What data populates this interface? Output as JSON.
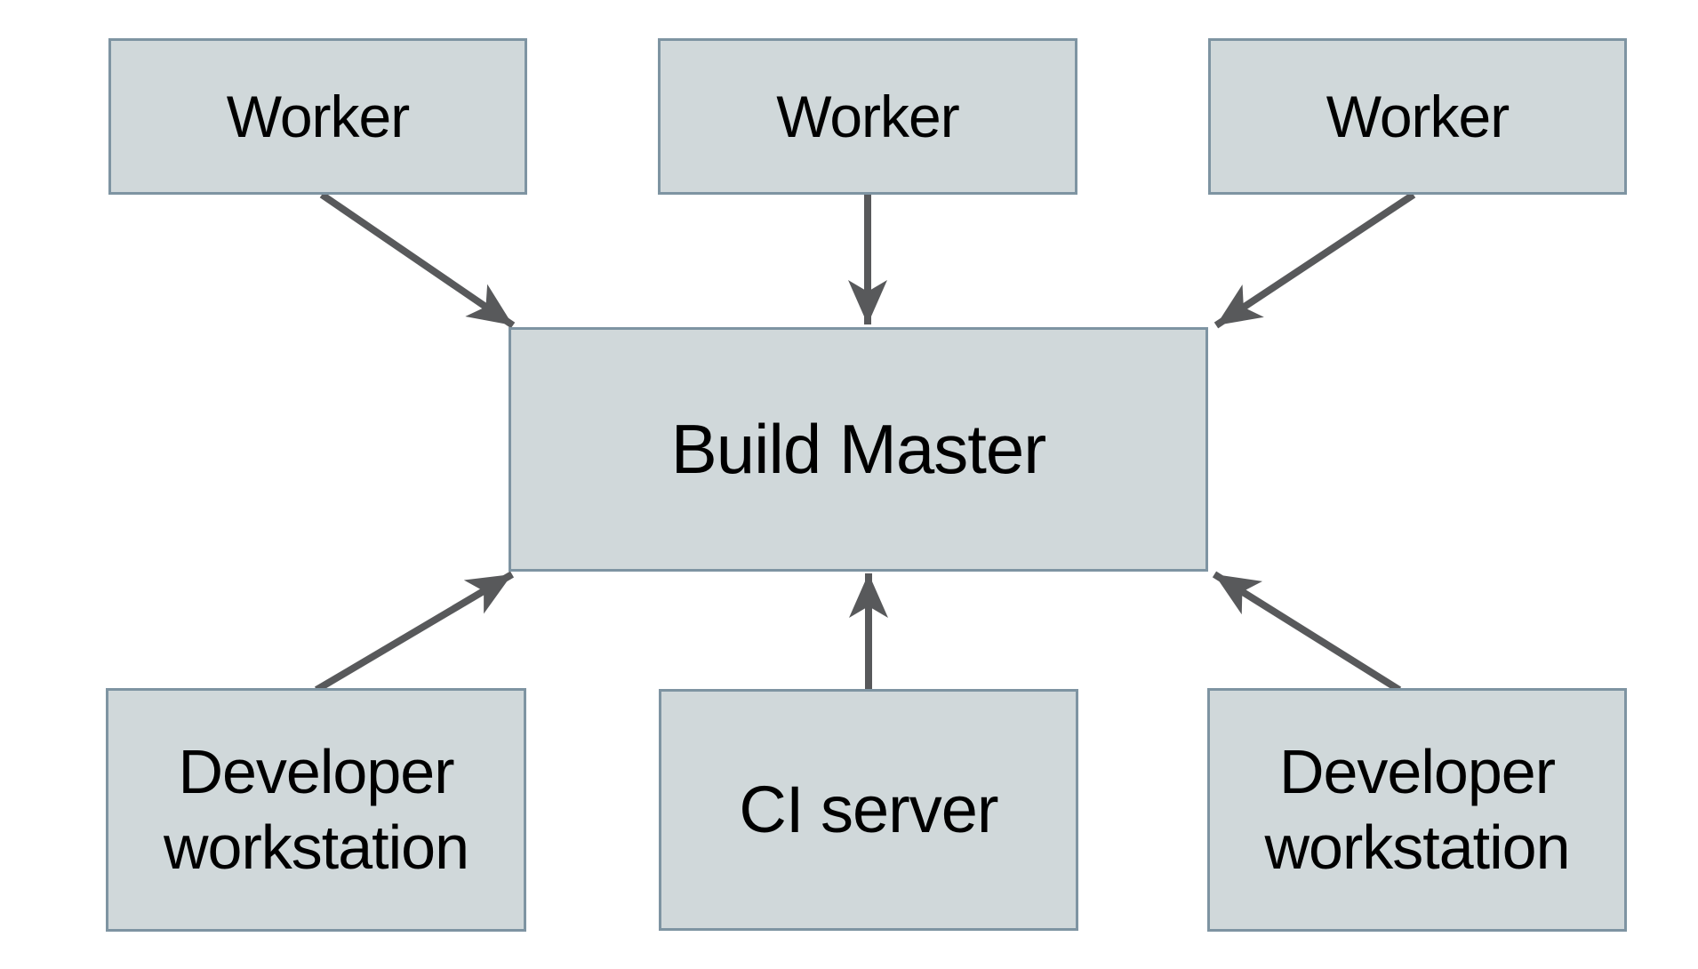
{
  "diagram": {
    "type": "architecture-diagram",
    "nodes": {
      "worker_1": {
        "label": "Worker"
      },
      "worker_2": {
        "label": "Worker"
      },
      "worker_3": {
        "label": "Worker"
      },
      "build_master": {
        "label": "Build Master"
      },
      "developer_workstation_left": {
        "label": "Developer workstation"
      },
      "ci_server": {
        "label": "CI server"
      },
      "developer_workstation_right": {
        "label": "Developer workstation"
      }
    },
    "edges": [
      {
        "from": "worker_1",
        "to": "build_master"
      },
      {
        "from": "worker_2",
        "to": "build_master"
      },
      {
        "from": "worker_3",
        "to": "build_master"
      },
      {
        "from": "developer_workstation_left",
        "to": "build_master"
      },
      {
        "from": "ci_server",
        "to": "build_master"
      },
      {
        "from": "developer_workstation_right",
        "to": "build_master"
      }
    ],
    "colors": {
      "node_fill": "#d0d8da",
      "node_border": "#7e94a2",
      "arrow": "#58595b",
      "text": "#000000",
      "background": "#ffffff"
    }
  }
}
